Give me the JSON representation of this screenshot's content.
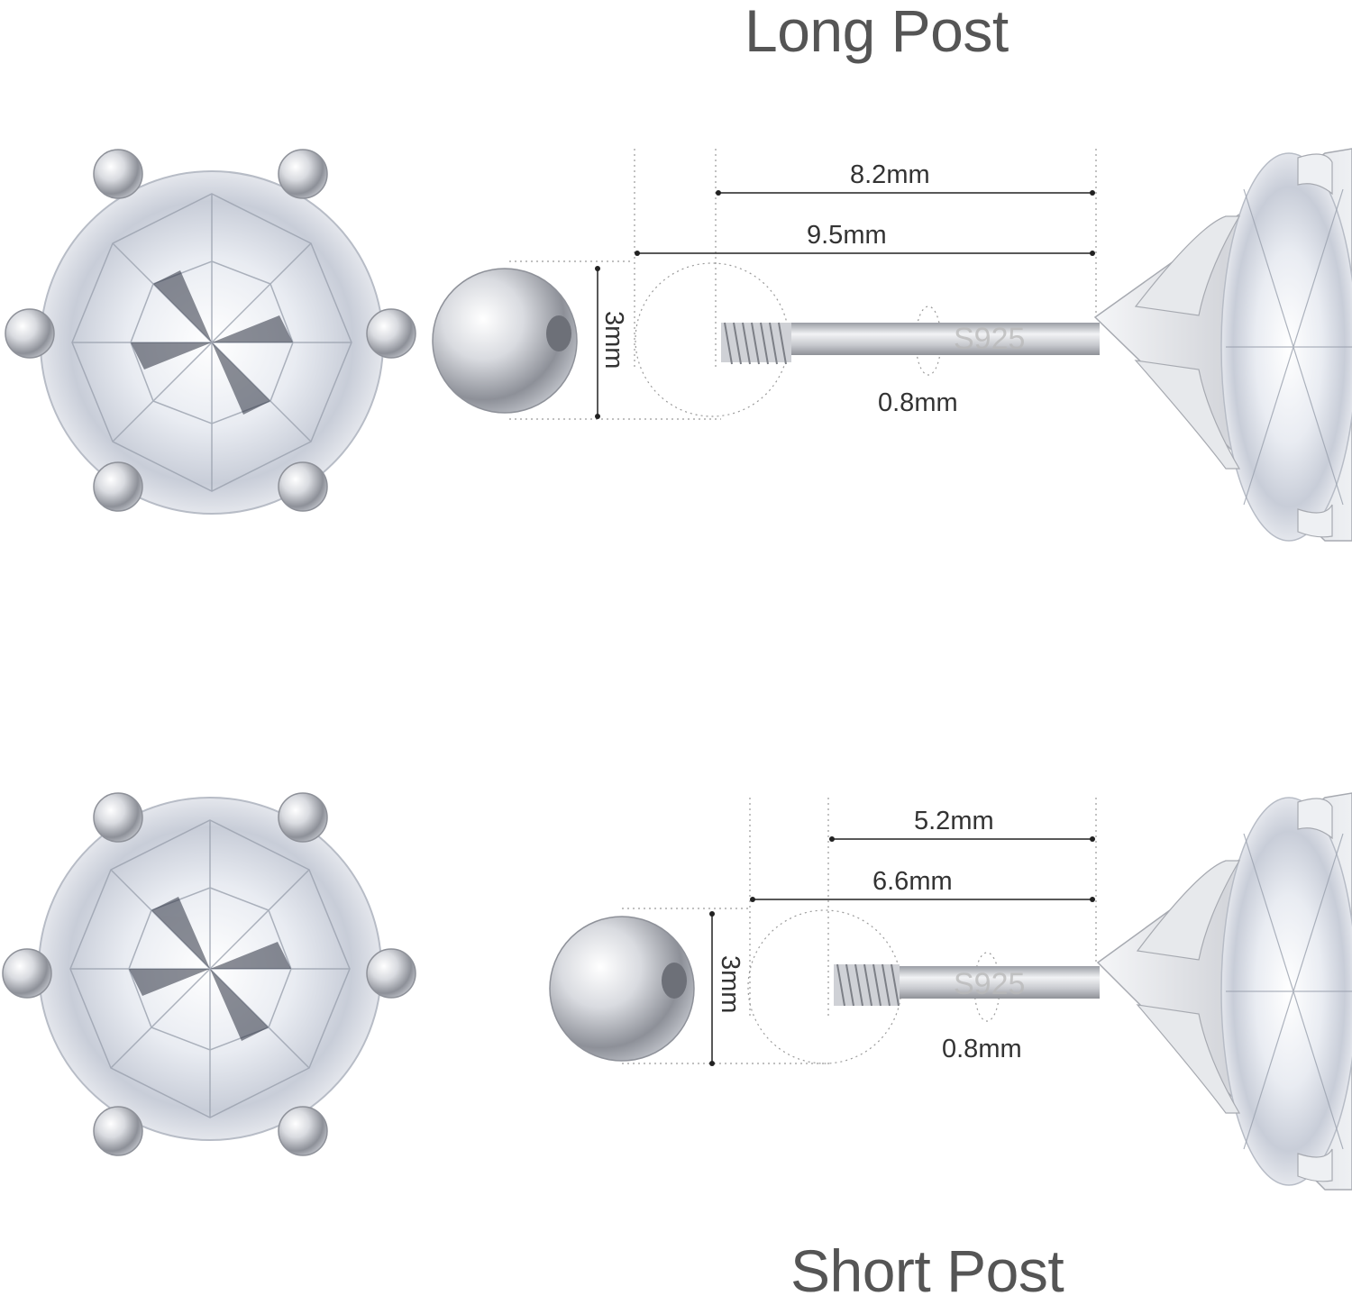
{
  "titles": {
    "top": "Long Post",
    "bottom": "Short Post"
  },
  "long_post": {
    "post_length": "8.2mm",
    "total_length": "9.5mm",
    "ball_diameter": "3mm",
    "post_thickness": "0.8mm",
    "stamp": "S925"
  },
  "short_post": {
    "post_length": "5.2mm",
    "total_length": "6.6mm",
    "ball_diameter": "3mm",
    "post_thickness": "0.8mm",
    "stamp": "S925"
  },
  "colors": {
    "background": "#ffffff",
    "metal": "#c9ccd2",
    "text": "#333333",
    "title": "#555555"
  }
}
